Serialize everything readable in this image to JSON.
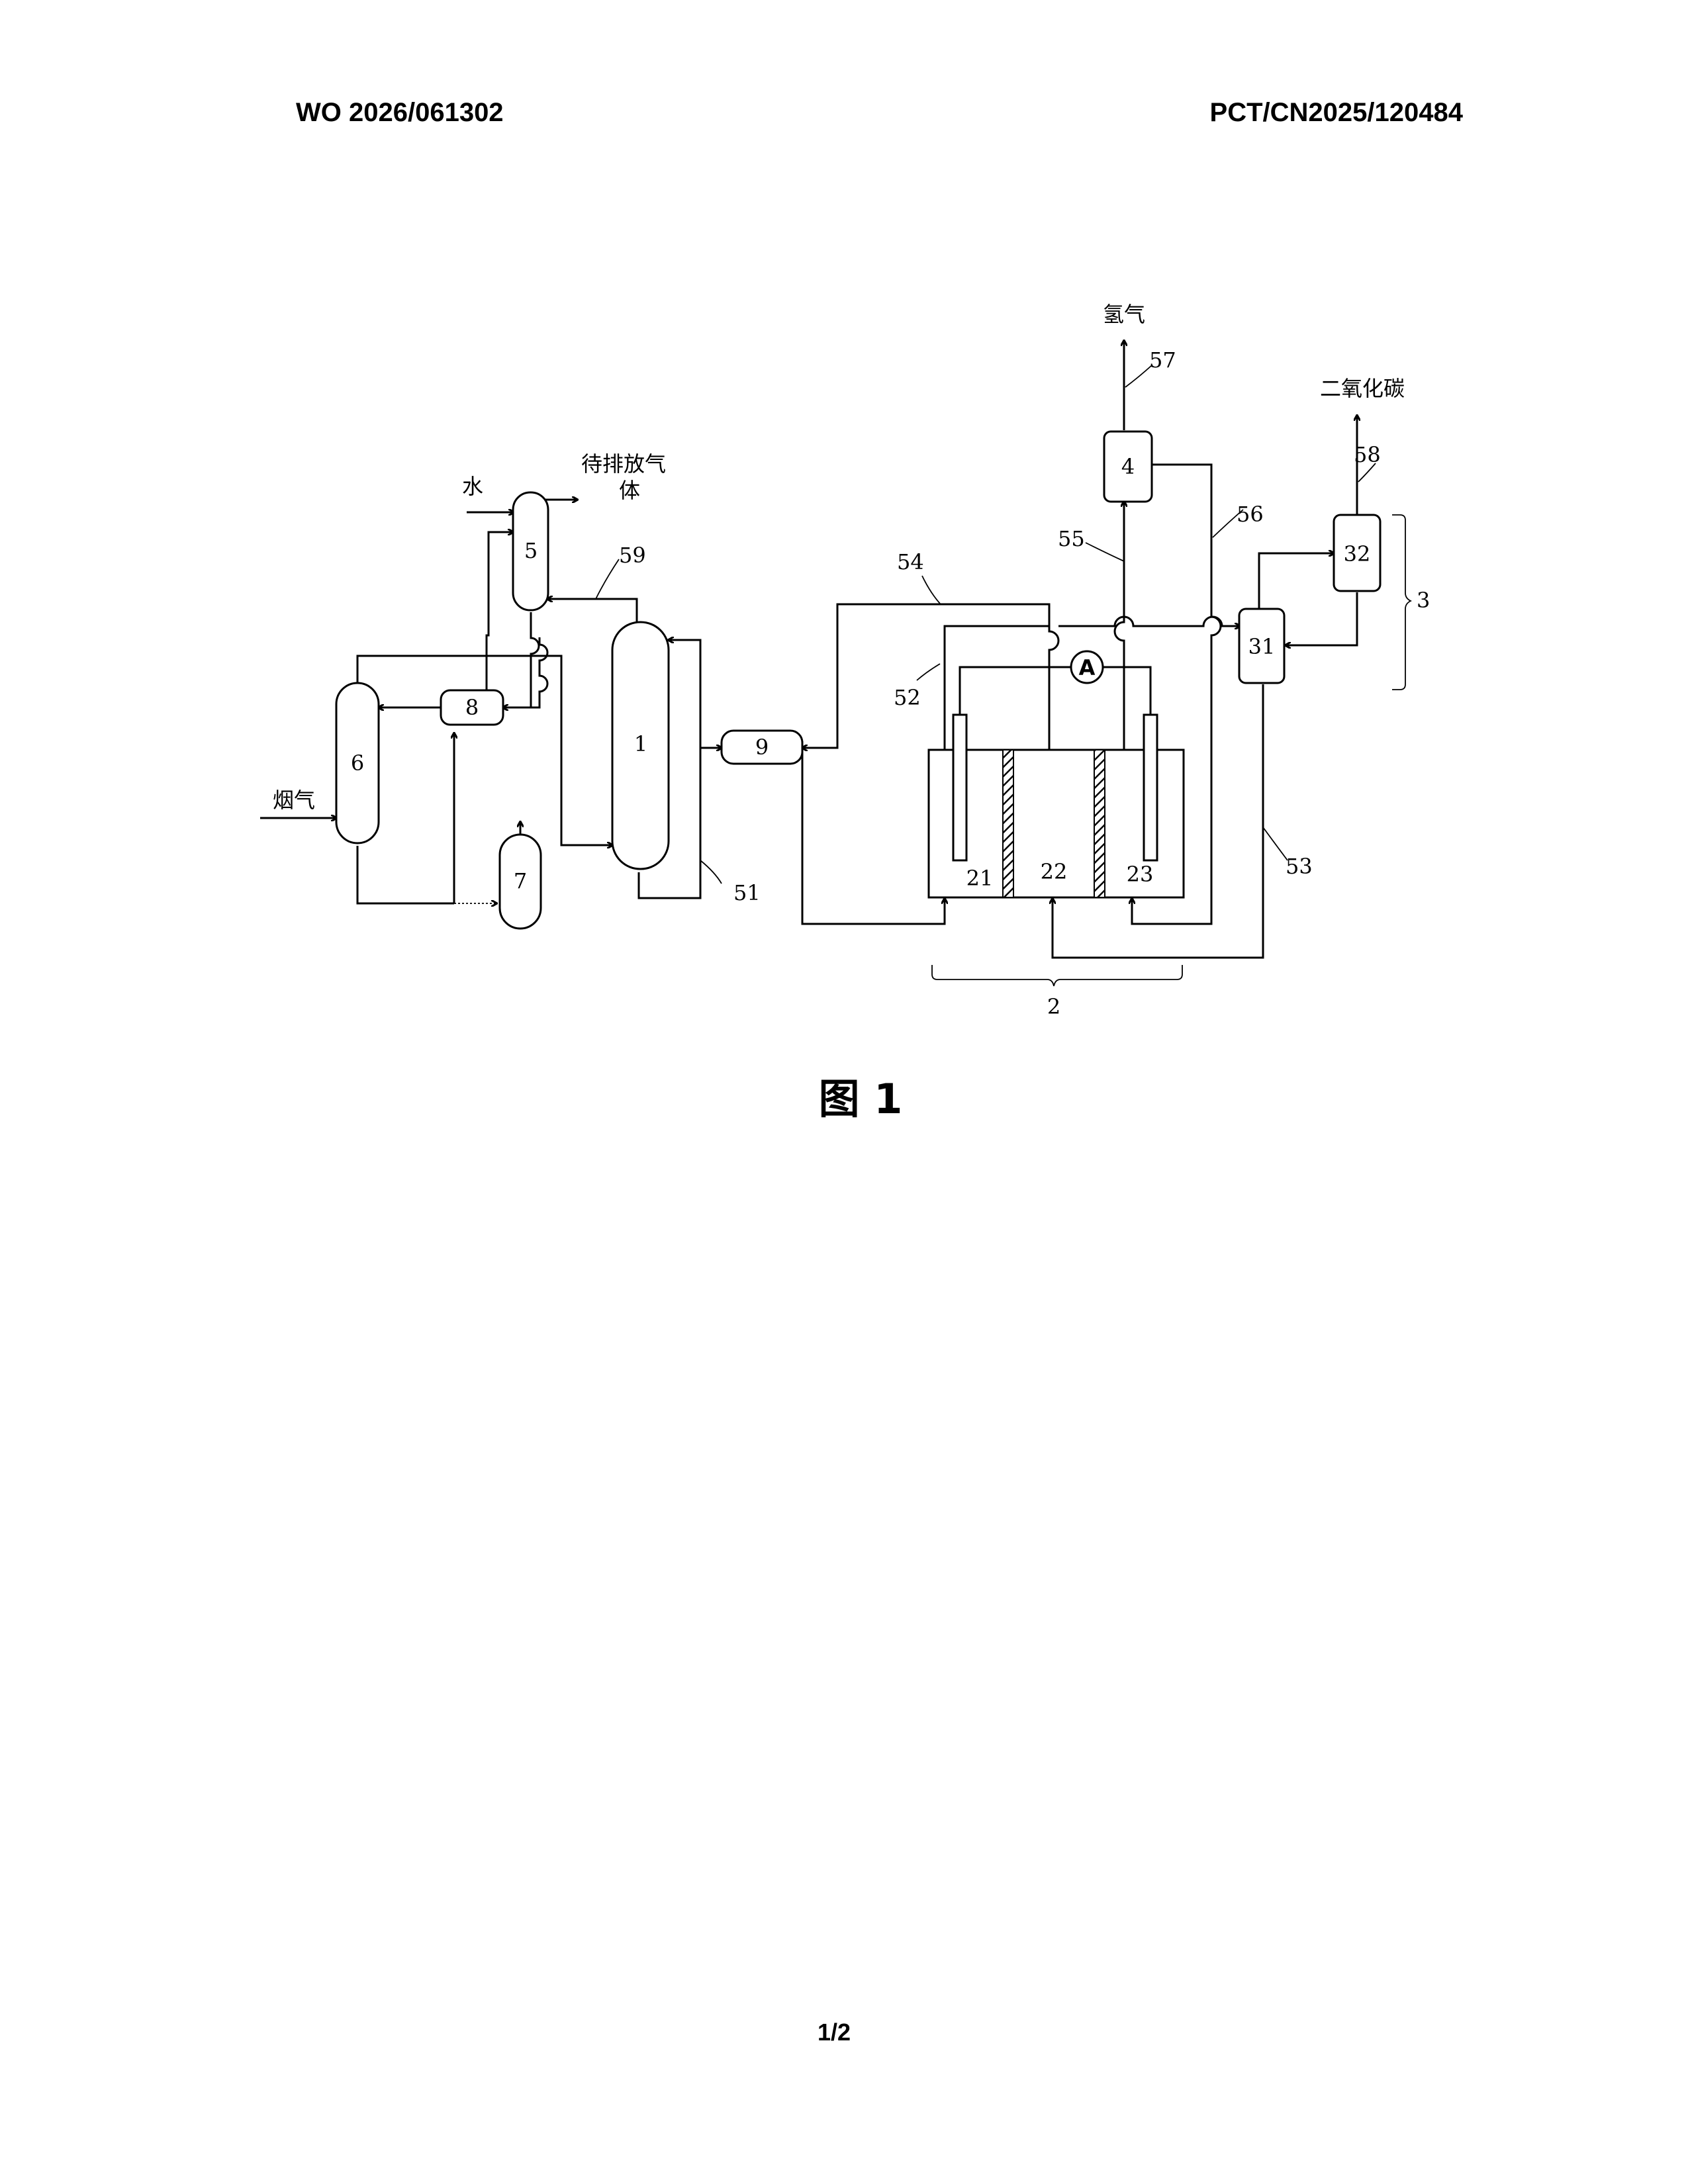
{
  "header": {
    "publication_number": "WO 2026/061302",
    "application_number": "PCT/CN2025/120484"
  },
  "figure": {
    "caption": "图 1",
    "streams": {
      "exhaust_gas_line1": "待排放气",
      "exhaust_gas_line2": "体",
      "water": "水",
      "flue_gas": "烟气",
      "hydrogen": "氢气",
      "carbon_dioxide": "二氧化碳"
    },
    "units": {
      "u1": "1",
      "u2": "2",
      "u3": "3",
      "u4": "4",
      "u5": "5",
      "u6": "6",
      "u7": "7",
      "u8": "8",
      "u9": "9",
      "u21": "21",
      "u22": "22",
      "u23": "23",
      "u31": "31",
      "u32": "32"
    },
    "lines": {
      "l51": "51",
      "l52": "52",
      "l53": "53",
      "l54": "54",
      "l55": "55",
      "l56": "56",
      "l57": "57",
      "l58": "58",
      "l59": "59"
    },
    "ammeter_symbol": "A"
  },
  "footer": {
    "page_indicator": "1/2"
  }
}
